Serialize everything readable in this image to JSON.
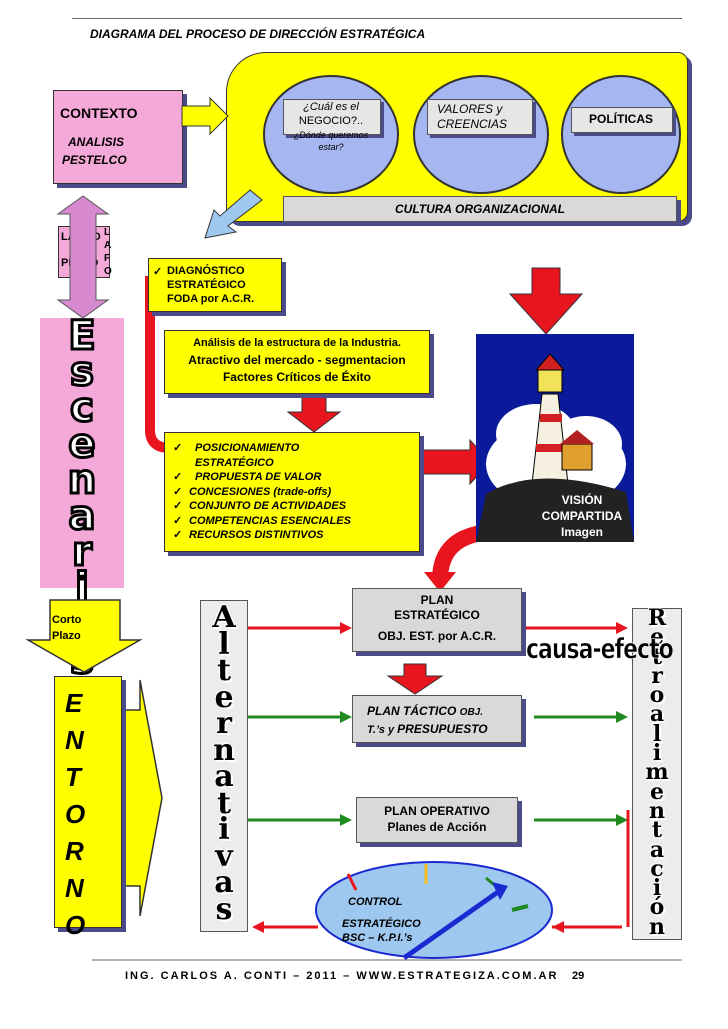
{
  "header": {
    "title": "DIAGRAMA DEL PROCESO DE DIRECCIÓN ESTRATÉGICA"
  },
  "footer": {
    "text": "ING. CARLOS A. CONTI – 2011 – WWW.ESTRATEGIZA.COM.AR",
    "page": "29"
  },
  "contexto": {
    "title": "CONTEXTO",
    "line1": "ANALISIS",
    "line2": "PESTELCO"
  },
  "plazo": {
    "largo": "LARGO",
    "plazo": "PLAZO",
    "side_letters": "L\nA\nF\nO",
    "corto_line1": "Corto",
    "corto_line2": "Plazo"
  },
  "escenarios": {
    "word": "Escenarios"
  },
  "entorno": {
    "letters": [
      "E",
      "N",
      "T",
      "O",
      "R",
      "N",
      "O"
    ]
  },
  "cultura": {
    "circle1_line1": "¿Cuál es el",
    "circle1_line2": "NEGOCIO?..",
    "circle1_line3": "¿Dónde queremos",
    "circle1_line4": "estar?",
    "circle2_line1": "VALORES y",
    "circle2_line2": "CREENCIAS",
    "circle3": "POLÍTICAS",
    "banner": "CULTURA ORGANIZACIONAL"
  },
  "diagnostico": {
    "line1": "DIAGNÓSTICO",
    "line2": "ESTRATÉGICO",
    "line3": "FODA  por A.C.R."
  },
  "analisis": {
    "line1": "Análisis de la estructura de la Industria.",
    "line2": "Atractivo del mercado - segmentacion",
    "line3": "Factores Críticos de Éxito"
  },
  "posicionamiento": {
    "items": [
      "POSICIONAMIENTO",
      "ESTRATÉGICO",
      "PROPUESTA DE VALOR",
      "CONCESIONES (trade-offs)",
      "CONJUNTO DE ACTIVIDADES",
      "COMPETENCIAS ESENCIALES",
      "RECURSOS DISTINTIVOS"
    ]
  },
  "vision": {
    "line1": "VISIÓN",
    "line2": "COMPARTIDA",
    "line3": "Imagen"
  },
  "alternativas": {
    "word": "Alternativas"
  },
  "plan_estrategico": {
    "line1": "PLAN",
    "line2": "ESTRATÉGICO",
    "line3": "OBJ. EST. por A.C.R."
  },
  "causa_efecto": "causa-efecto",
  "retro": {
    "word": "Retroalimentación"
  },
  "plan_tactico": {
    "line1_a": "PLAN  TÁCTICO ",
    "line1_b": "OBJ.",
    "line2_a": "T.’s y ",
    "line2_b": "PRESUPUESTO"
  },
  "plan_operativo": {
    "line1": "PLAN OPERATIVO",
    "line2": "Planes de Acción"
  },
  "control": {
    "line1": "CONTROL",
    "line2": "ESTRATÉGICO",
    "line3": "BSC – K.P.I.’s"
  },
  "colors": {
    "yellow": "#ffff00",
    "pink": "#f5a9d8",
    "red": "#e8141e",
    "green": "#1f8a1f",
    "blue": "#1a2ad0",
    "circle": "#a6b6f0",
    "lightblue": "#9ec8f0"
  }
}
